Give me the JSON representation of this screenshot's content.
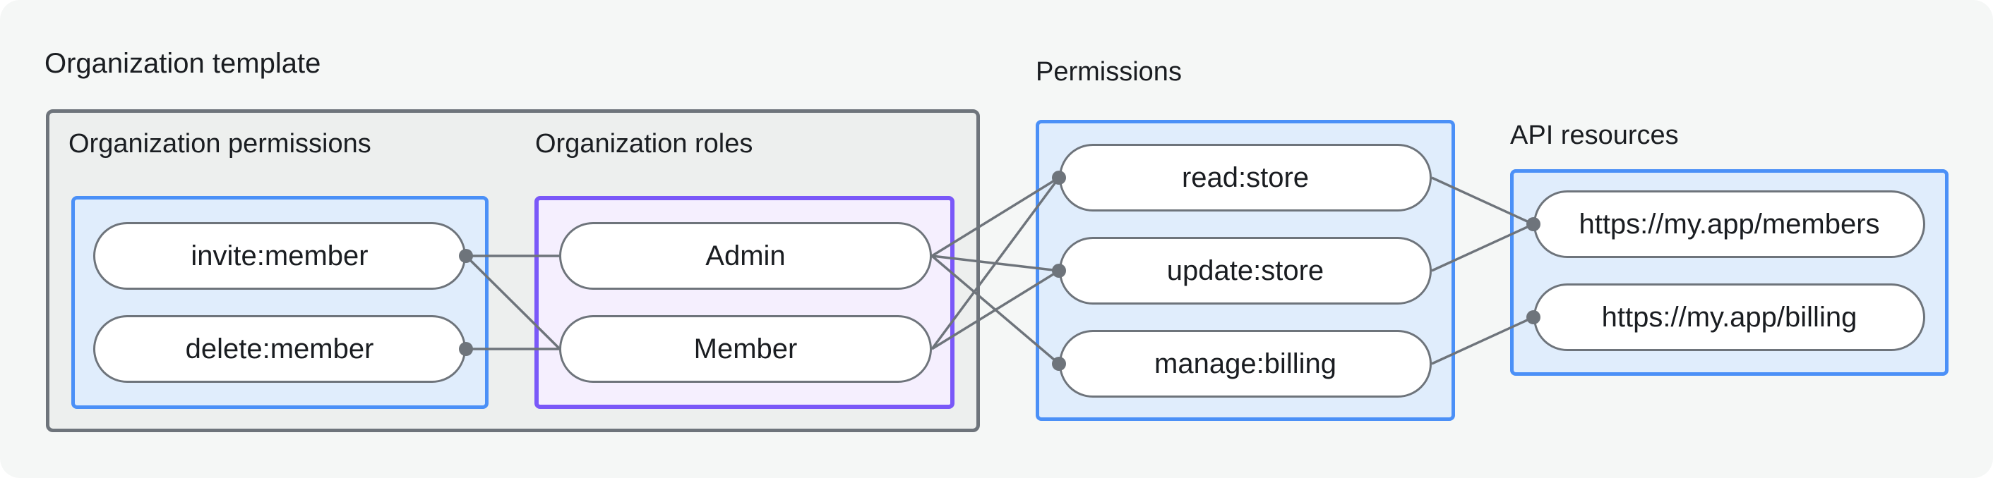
{
  "sections": {
    "org_template": {
      "label": "Organization template"
    },
    "org_permissions": {
      "label": "Organization permissions",
      "nodes": [
        "invite:member",
        "delete:member"
      ]
    },
    "org_roles": {
      "label": "Organization roles",
      "nodes": [
        "Admin",
        "Member"
      ]
    },
    "permissions": {
      "label": "Permissions",
      "nodes": [
        "read:store",
        "update:store",
        "manage:billing"
      ]
    },
    "api_resources": {
      "label": "API resources",
      "nodes": [
        "https://my.app/members",
        "https://my.app/billing"
      ]
    }
  },
  "edges": [
    {
      "from": "invite:member",
      "to": "Admin"
    },
    {
      "from": "invite:member",
      "to": "Member"
    },
    {
      "from": "delete:member",
      "to": "Member"
    },
    {
      "from": "Admin",
      "to": "read:store"
    },
    {
      "from": "Admin",
      "to": "update:store"
    },
    {
      "from": "Admin",
      "to": "manage:billing"
    },
    {
      "from": "Member",
      "to": "read:store"
    },
    {
      "from": "Member",
      "to": "update:store"
    },
    {
      "from": "read:store",
      "to": "https://my.app/members"
    },
    {
      "from": "update:store",
      "to": "https://my.app/members"
    },
    {
      "from": "manage:billing",
      "to": "https://my.app/billing"
    }
  ],
  "colors": {
    "page-bg": "#f5f7f6",
    "panel-gray-fill": "#edefee",
    "panel-gray-border": "#6e747b",
    "panel-blue-fill": "#e0edfc",
    "panel-blue-border": "#4b90f7",
    "panel-purple-fill": "#f5effe",
    "panel-purple-border": "#7a58f8",
    "pill-fill": "#ffffff",
    "pill-border": "#6e747b",
    "edge-stroke": "#6e747b",
    "text": "#1a1d21"
  }
}
